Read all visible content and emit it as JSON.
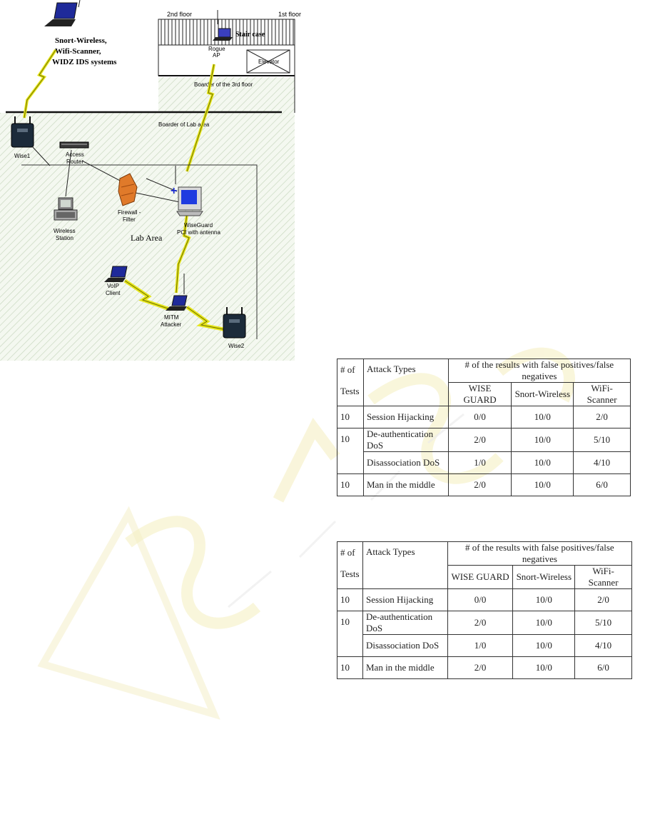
{
  "diagram": {
    "floor2": "2nd floor",
    "floor1": "1st floor",
    "staircase": "Stair case",
    "rogue_ap_line1": "Rogue",
    "rogue_ap_line2": "AP",
    "elevator": "Elevator",
    "border_3rd": "Boarder of the 3rd floor",
    "border_lab": "Boarder of Lab area",
    "ids_line1": "Snort-Wireless,",
    "ids_line2": "Wifi-Scanner,",
    "ids_line3": "WIDZ IDS systems",
    "wise1": "Wise1",
    "access_router_line1": "Access",
    "access_router_line2": "Router",
    "firewall_line1": "Firewall -",
    "firewall_line2": "Filter",
    "wiseguard_line1": "WiseGuard",
    "wiseguard_line2": "PCI with antenna",
    "wireless_station_line1": "Wireless",
    "wireless_station_line2": "Station",
    "lab_area": "Lab Area",
    "voip_line1": "VoIP",
    "voip_line2": "Client",
    "mitm_line1": "MITM",
    "mitm_line2": "Attacker",
    "wise2": "Wise2"
  },
  "tables": [
    {
      "header": {
        "tests_line1": "#    of",
        "tests_line2": "Tests",
        "attack_types": "Attack Types",
        "results": "# of the results with false positives/false negatives",
        "col1": "WISE GUARD",
        "col2": "Snort-Wireless",
        "col3": "WiFi-Scanner"
      },
      "rows": [
        {
          "tests": "10",
          "attack": "Session Hijacking",
          "v1": "0/0",
          "v2": "10/0",
          "v3": "2/0"
        },
        {
          "tests": "10",
          "attack": "De-authentication DoS",
          "v1": "2/0",
          "v2": "10/0",
          "v3": "5/10"
        },
        {
          "tests": "",
          "attack": "Disassociation DoS",
          "v1": "1/0",
          "v2": "10/0",
          "v3": "4/10"
        },
        {
          "tests": "10",
          "attack": "Man in the middle",
          "v1": "2/0",
          "v2": "10/0",
          "v3": "6/0"
        }
      ]
    },
    {
      "header": {
        "tests_line1": "#    of",
        "tests_line2": "Tests",
        "attack_types": "Attack Types",
        "results": "# of the results with false positives/false negatives",
        "col1": "WISE GUARD",
        "col2": "Snort-Wireless",
        "col3": "WiFi-Scanner"
      },
      "rows": [
        {
          "tests": "10",
          "attack": "Session Hijacking",
          "v1": "0/0",
          "v2": "10/0",
          "v3": "2/0"
        },
        {
          "tests": "10",
          "attack": "De-authentication DoS",
          "v1": "2/0",
          "v2": "10/0",
          "v3": "5/10"
        },
        {
          "tests": "",
          "attack": "Disassociation DoS",
          "v1": "1/0",
          "v2": "10/0",
          "v3": "4/10"
        },
        {
          "tests": "10",
          "attack": "Man in the middle",
          "v1": "2/0",
          "v2": "10/0",
          "v3": "6/0"
        }
      ]
    }
  ]
}
